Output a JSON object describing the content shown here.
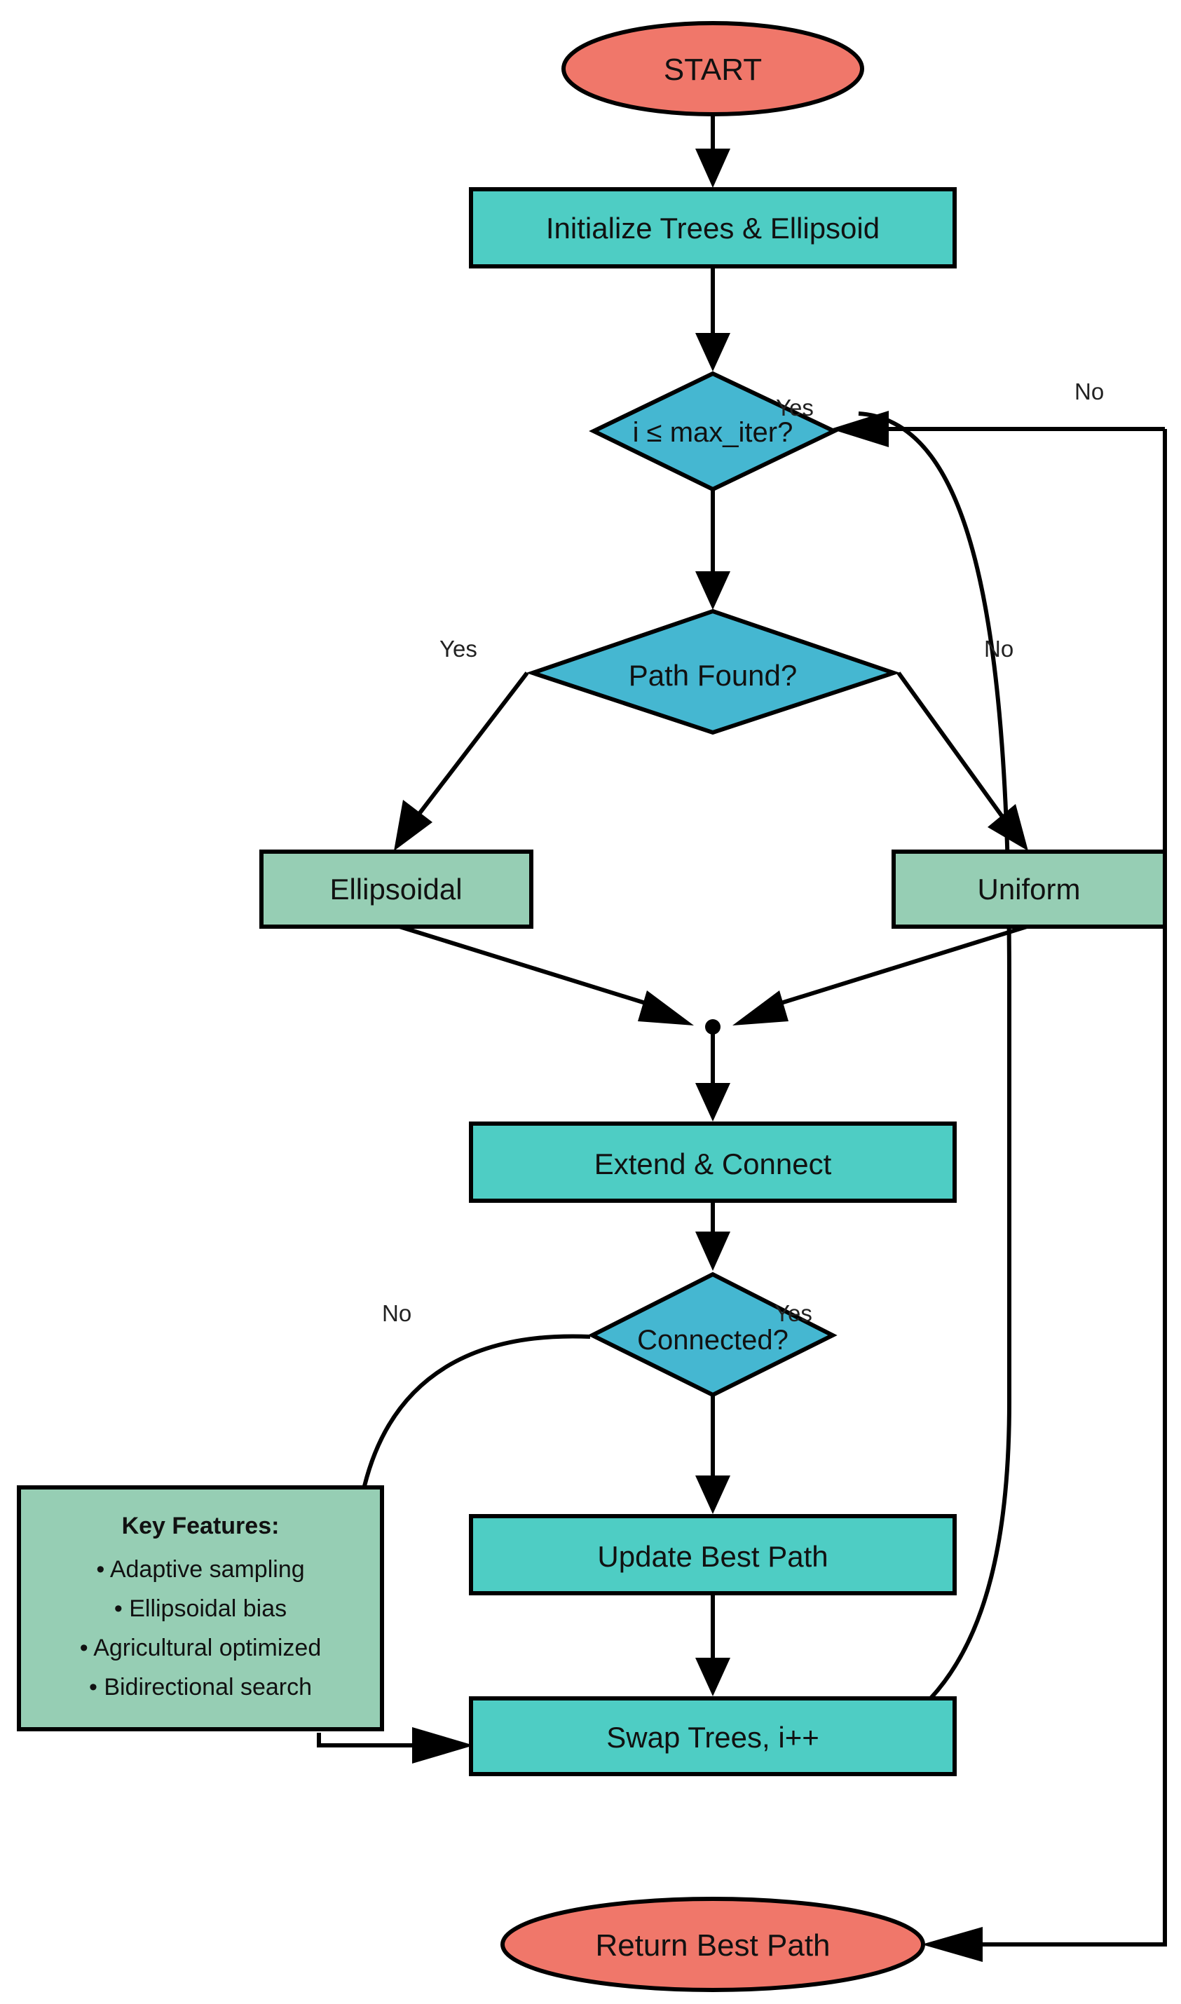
{
  "nodes": {
    "start": {
      "label": "START",
      "kind": "terminal",
      "color": "#F0776A"
    },
    "init": {
      "label": "Initialize Trees & Ellipsoid",
      "kind": "process",
      "color": "#4ECDC4"
    },
    "loop_check": {
      "label": "i ≤ max_iter?",
      "kind": "decision",
      "color": "#45B7D1"
    },
    "path_found": {
      "label": "Path Found?",
      "kind": "decision",
      "color": "#45B7D1"
    },
    "ellipsoidal": {
      "label": "Ellipsoidal",
      "kind": "process",
      "color": "#96CEB4"
    },
    "uniform": {
      "label": "Uniform",
      "kind": "process",
      "color": "#96CEB4"
    },
    "extend": {
      "label": "Extend & Connect",
      "kind": "process",
      "color": "#4ECDC4"
    },
    "connected": {
      "label": "Connected?",
      "kind": "decision",
      "color": "#45B7D1"
    },
    "update": {
      "label": "Update Best Path",
      "kind": "process",
      "color": "#4ECDC4"
    },
    "swap": {
      "label": "Swap Trees, i++",
      "kind": "process",
      "color": "#4ECDC4"
    },
    "return": {
      "label": "Return Best Path",
      "kind": "terminal",
      "color": "#F0776A"
    }
  },
  "edge_labels": {
    "loop_yes": "Yes",
    "loop_no": "No",
    "path_yes": "Yes",
    "path_no": "No",
    "connected_no": "No",
    "connected_yes": "Yes"
  },
  "key_features": {
    "title": "Key Features:",
    "items": [
      "• Adaptive sampling",
      "• Ellipsoidal bias",
      "• Agricultural optimized",
      "• Bidirectional search"
    ],
    "color": "#96CEB4"
  }
}
